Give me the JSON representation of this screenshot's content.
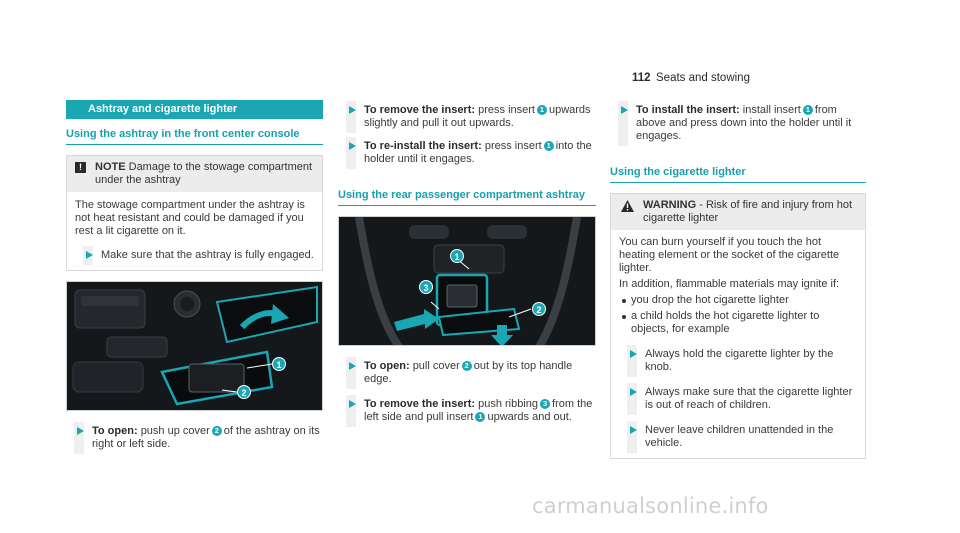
{
  "header": {
    "page_number": "112",
    "section": "Seats and stowing"
  },
  "col1": {
    "bar_title": "Ashtray and cigarette lighter",
    "subhead": "Using the ashtray in the front center console",
    "note": {
      "icon": "!",
      "label": "NOTE",
      "head_text": "Damage to the stowage compartment under the ashtray",
      "body": "The stowage compartment under the ashtray is not heat resistant and could be damaged if you rest a lit cigarette on it.",
      "step": "Make sure that the ashtray is fully engaged."
    },
    "step_open": {
      "label": "To open:",
      "pre": "push up cover",
      "num": "2",
      "post": "of the ashtray on its right or left side."
    },
    "callouts": [
      "1",
      "2"
    ]
  },
  "col2": {
    "step_remove": {
      "label": "To remove the insert:",
      "pre": "press insert",
      "num": "1",
      "post": "upwards slightly and pull it out upwards."
    },
    "step_reinstall": {
      "label": "To re-install the insert:",
      "pre": "press insert",
      "num": "1",
      "post": "into the holder until it engages."
    },
    "subhead": "Using the rear passenger compartment ashtray",
    "step_open": {
      "label": "To open:",
      "pre": "pull cover",
      "num": "2",
      "post": "out by its top handle edge."
    },
    "step_remove2": {
      "label": "To remove the insert:",
      "pre": "push ribbing",
      "num": "3",
      "post": "from the left side and pull insert",
      "num2": "1",
      "post2": "upwards and out."
    },
    "callouts": [
      "1",
      "2",
      "3"
    ]
  },
  "col3": {
    "step_install": {
      "label": "To install the insert:",
      "pre": "install insert",
      "num": "1",
      "post": "from above and press down into the holder until it engages."
    },
    "subhead": "Using the cigarette lighter",
    "warning": {
      "label": "WARNING",
      "head_text": "- Risk of fire and injury from hot cigarette lighter",
      "p1": "You can burn yourself if you touch the hot heating element or the socket of the cigarette lighter.",
      "p2": "In addition, flammable materials may ignite if:",
      "bullets": [
        "you drop the hot cigarette lighter",
        "a child holds the hot cigarette lighter to objects, for example"
      ],
      "steps": [
        "Always hold the cigarette lighter by the knob.",
        "Always make sure that the cigarette lighter is out of reach of children.",
        "Never leave children unattended in the vehicle."
      ]
    }
  },
  "watermark": "carmanualsonline.info",
  "colors": {
    "accent": "#1aa6b3",
    "illustration_bg": "#121416"
  }
}
